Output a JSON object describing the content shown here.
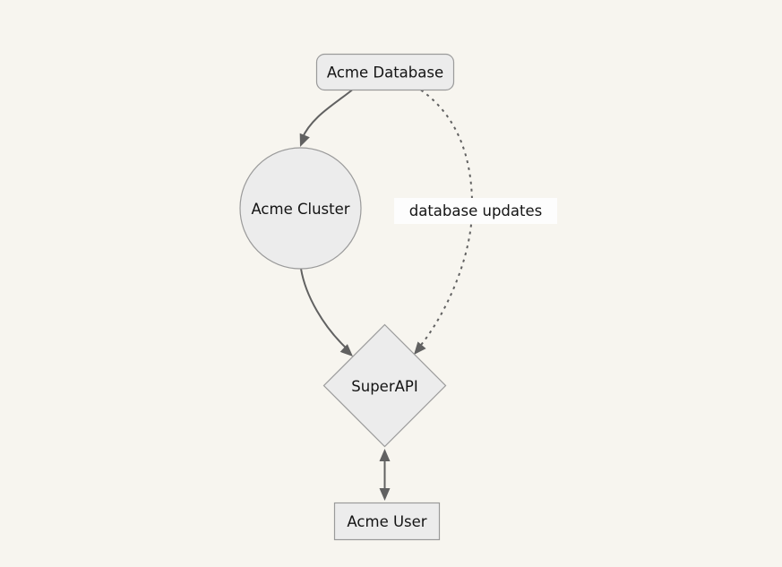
{
  "diagram": {
    "type": "flowchart",
    "direction": "top-down",
    "nodes": [
      {
        "id": "A",
        "label": "Acme Database",
        "shape": "rounded-rectangle"
      },
      {
        "id": "B",
        "label": "Acme Cluster",
        "shape": "circle"
      },
      {
        "id": "C",
        "label": "SuperAPI",
        "shape": "diamond"
      },
      {
        "id": "D",
        "label": "Acme User",
        "shape": "rectangle"
      }
    ],
    "edges": [
      {
        "from": "Acme Database",
        "to": "Acme Cluster",
        "style": "solid",
        "arrow": "end",
        "label": ""
      },
      {
        "from": "Acme Database",
        "to": "SuperAPI",
        "style": "dotted",
        "arrow": "end",
        "label": "database updates"
      },
      {
        "from": "Acme Cluster",
        "to": "SuperAPI",
        "style": "solid",
        "arrow": "end",
        "label": ""
      },
      {
        "from": "SuperAPI",
        "to": "Acme User",
        "style": "solid",
        "arrow": "both",
        "label": ""
      }
    ]
  },
  "colors": {
    "page-bg": "#f7f5ef",
    "node-fill": "#ececec",
    "node-stroke": "#9a9a9a",
    "edge-stroke": "#616161",
    "text-color": "#141414",
    "edge-label-bg": "#fdfdfd"
  }
}
